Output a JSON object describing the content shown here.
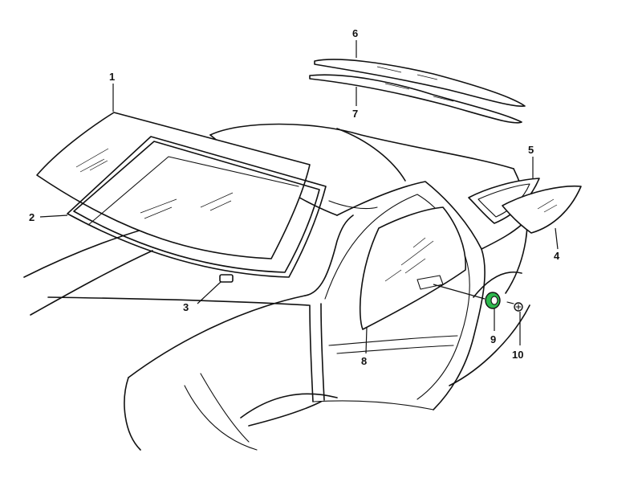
{
  "callouts": [
    {
      "id": "1",
      "label": "1"
    },
    {
      "id": "2",
      "label": "2"
    },
    {
      "id": "3",
      "label": "3"
    },
    {
      "id": "4",
      "label": "4"
    },
    {
      "id": "5",
      "label": "5"
    },
    {
      "id": "6",
      "label": "6"
    },
    {
      "id": "7",
      "label": "7"
    },
    {
      "id": "8",
      "label": "8"
    },
    {
      "id": "9",
      "label": "9"
    },
    {
      "id": "10",
      "label": "10"
    }
  ],
  "colors": {
    "line": "#111111",
    "highlight": "#2db84d",
    "background": "#ffffff"
  }
}
